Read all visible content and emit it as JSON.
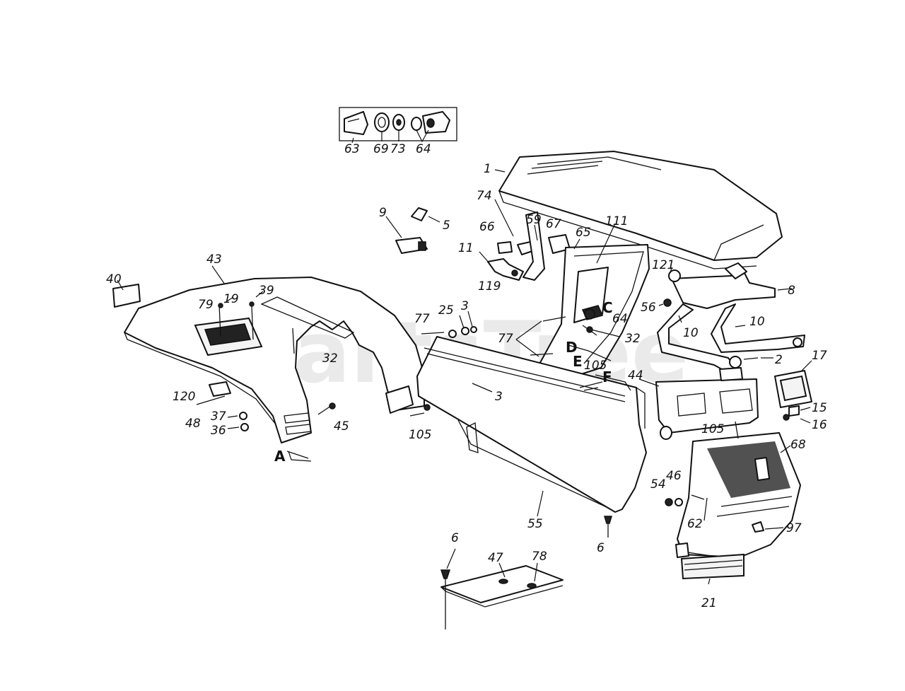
{
  "watermark": "PartsTree",
  "callouts": {
    "c63": "63",
    "c69": "69",
    "c73": "73",
    "c64a": "64",
    "c1": "1",
    "c74": "74",
    "c9": "9",
    "c5": "5",
    "c59": "59",
    "c67": "67",
    "c65": "65",
    "c111": "111",
    "c66": "66",
    "c11": "11",
    "c119": "119",
    "c121": "121",
    "c8": "8",
    "c56": "56",
    "c10a": "10",
    "c10b": "10",
    "c43": "43",
    "c40": "40",
    "c19": "19",
    "c39": "39",
    "c79": "79",
    "c77a": "77",
    "c25": "25",
    "c3a": "3",
    "c64b": "64",
    "c77b": "77",
    "c32a": "32",
    "c32b": "32",
    "c2": "2",
    "c17": "17",
    "c44": "44",
    "c105a": "105",
    "c3b": "3",
    "c120": "120",
    "c48": "48",
    "c37": "37",
    "c36": "36",
    "c45": "45",
    "c105b": "105",
    "c105c": "105",
    "c15": "15",
    "c16": "16",
    "c68": "68",
    "c54": "54",
    "c46": "46",
    "c62": "62",
    "c97": "97",
    "c55": "55",
    "c6a": "6",
    "c6b": "6",
    "c47": "47",
    "c78": "78",
    "c21": "21"
  },
  "letters": {
    "A": "A",
    "C": "C",
    "D": "D",
    "E": "E",
    "F": "F"
  }
}
